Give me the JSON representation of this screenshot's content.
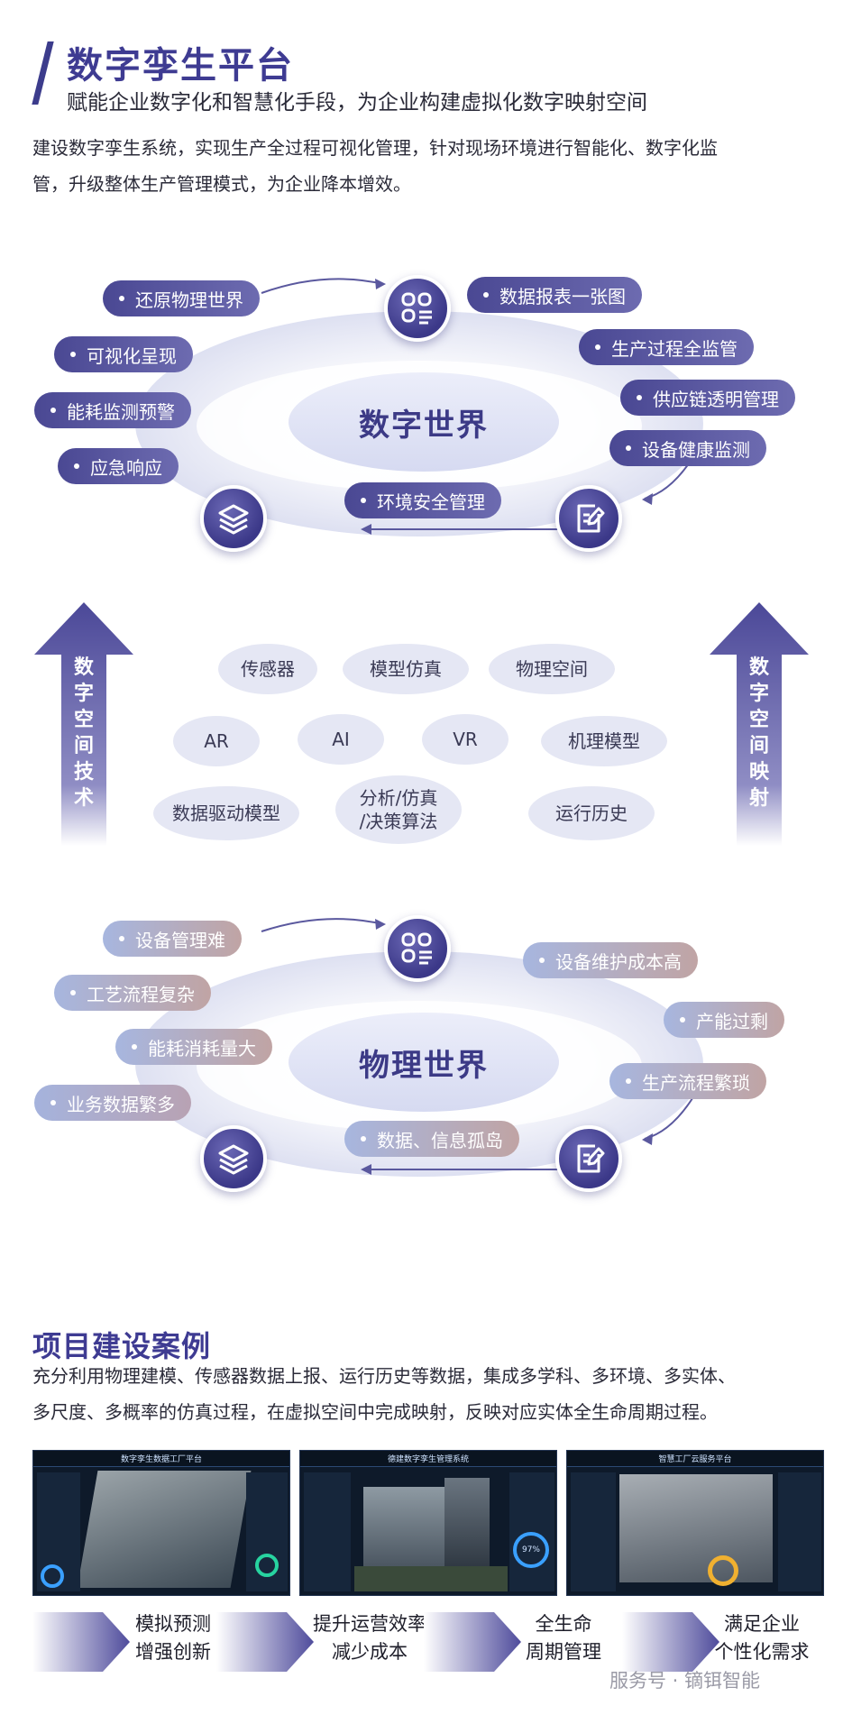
{
  "header": {
    "title": "数字孪生平台",
    "subtitle": "赋能企业数字化和智慧化手段，为企业构建虚拟化数字映射空间"
  },
  "intro": {
    "line1": "建设数字孪生系统，实现生产全过程可视化管理，针对现场环境进行智能化、数字化监",
    "line2": "管，升级整体生产管理模式，为企业降本增效。"
  },
  "digital_world": {
    "center": "数字世界",
    "items": [
      "还原物理世界",
      "可视化呈现",
      "能耗监测预警",
      "应急响应",
      "数据报表一张图",
      "生产过程全监管",
      "供应链透明管理",
      "设备健康监测",
      "环境安全管理"
    ]
  },
  "middle": {
    "left_arrow": [
      "数",
      "字",
      "空",
      "间",
      "技",
      "术"
    ],
    "right_arrow": [
      "数",
      "字",
      "空",
      "间",
      "映",
      "射"
    ],
    "tech": [
      "传感器",
      "模型仿真",
      "物理空间",
      "AR",
      "AI",
      "VR",
      "机理模型",
      "数据驱动模型",
      "分析/仿真",
      "/决策算法",
      "运行历史"
    ]
  },
  "physical_world": {
    "center": "物理世界",
    "items": [
      "设备管理难",
      "工艺流程复杂",
      "能耗消耗量大",
      "业务数据繁多",
      "设备维护成本高",
      "产能过剩",
      "生产流程繁琐",
      "数据、信息孤岛"
    ]
  },
  "cases": {
    "title": "项目建设案例",
    "line1": "充分利用物理建模、传感器数据上报、运行历史等数据，集成多学科、多环境、多实体、",
    "line2": "多尺度、多概率的仿真过程，在虚拟空间中完成映射，反映对应实体全生命周期过程。",
    "screens": [
      "数字孪生数据工厂平台",
      "德建数字孪生管理系统",
      "智慧工厂云服务平台"
    ],
    "screen_value": "97%",
    "steps": [
      {
        "l1": "模拟预测",
        "l2": "增强创新"
      },
      {
        "l1": "提升运营效率",
        "l2": "减少成本"
      },
      {
        "l1": "全生命",
        "l2": "周期管理"
      },
      {
        "l1": "满足企业",
        "l2": "个性化需求"
      }
    ]
  },
  "watermark": "服务号 · 镝铒智能",
  "colors": {
    "brand": "#3e3b92",
    "pill_dark": "#4a4893",
    "pill_light": "#a7b6df",
    "arrow": "#4f4c9c"
  }
}
